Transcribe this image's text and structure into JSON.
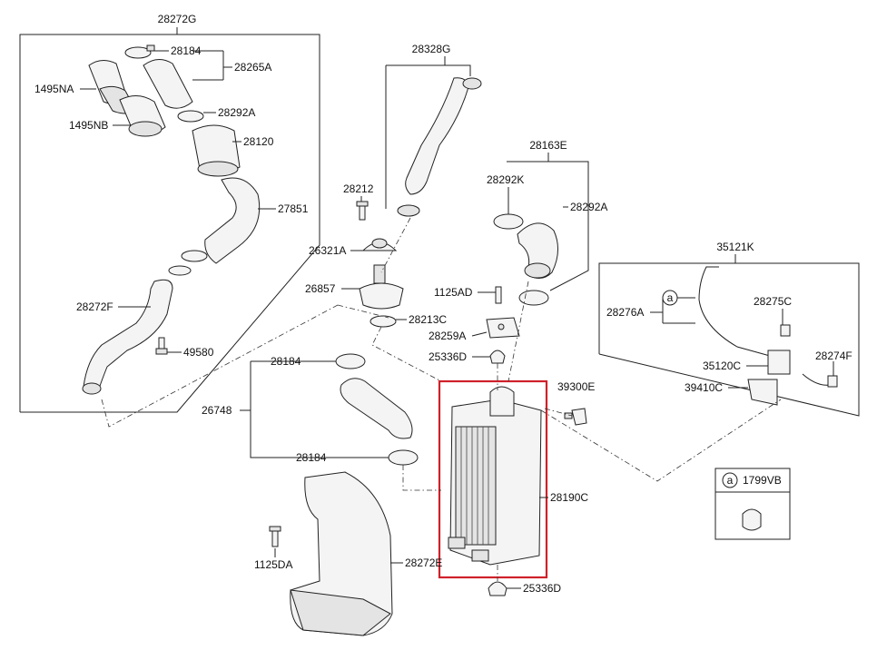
{
  "labels": [
    {
      "id": "28272G",
      "text": "28272G"
    },
    {
      "id": "28184a",
      "text": "28184"
    },
    {
      "id": "28265A",
      "text": "28265A"
    },
    {
      "id": "1495NA",
      "text": "1495NA"
    },
    {
      "id": "1495NB",
      "text": "1495NB"
    },
    {
      "id": "28292Aa",
      "text": "28292A"
    },
    {
      "id": "28120",
      "text": "28120"
    },
    {
      "id": "27851",
      "text": "27851"
    },
    {
      "id": "28272F",
      "text": "28272F"
    },
    {
      "id": "49580",
      "text": "49580"
    },
    {
      "id": "28328G",
      "text": "28328G"
    },
    {
      "id": "28212",
      "text": "28212"
    },
    {
      "id": "26321A",
      "text": "26321A"
    },
    {
      "id": "26857",
      "text": "26857"
    },
    {
      "id": "28213C",
      "text": "28213C"
    },
    {
      "id": "28163E",
      "text": "28163E"
    },
    {
      "id": "28292K",
      "text": "28292K"
    },
    {
      "id": "28292Ab",
      "text": "28292A"
    },
    {
      "id": "1125AD",
      "text": "1125AD"
    },
    {
      "id": "28259A",
      "text": "28259A"
    },
    {
      "id": "25336Da",
      "text": "25336D"
    },
    {
      "id": "39300E",
      "text": "39300E"
    },
    {
      "id": "28190C",
      "text": "28190C"
    },
    {
      "id": "25336Db",
      "text": "25336D"
    },
    {
      "id": "28184b",
      "text": "28184"
    },
    {
      "id": "26748",
      "text": "26748"
    },
    {
      "id": "28184c",
      "text": "28184"
    },
    {
      "id": "1125DA",
      "text": "1125DA"
    },
    {
      "id": "28272E",
      "text": "28272E"
    },
    {
      "id": "35121K",
      "text": "35121K"
    },
    {
      "id": "28276A",
      "text": "28276A"
    },
    {
      "id": "28275C",
      "text": "28275C"
    },
    {
      "id": "28274F",
      "text": "28274F"
    },
    {
      "id": "35120C",
      "text": "35120C"
    },
    {
      "id": "39410C",
      "text": "39410C"
    },
    {
      "id": "1799VB",
      "text": "1799VB"
    }
  ],
  "callouts": {
    "a1": "a",
    "a2": "a"
  },
  "highlight_color": "#d0212a"
}
